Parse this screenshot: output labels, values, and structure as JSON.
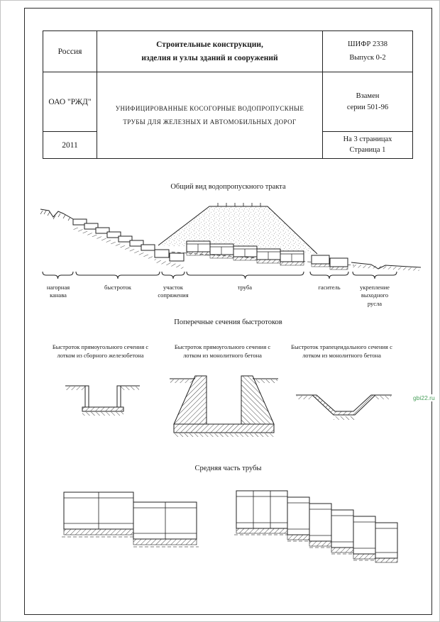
{
  "title_block": {
    "country": "Россия",
    "series": "Строительные конструкции,\nизделия и узлы зданий и сооружений",
    "code": "ШИФР 2338",
    "issue": "Выпуск 0-2",
    "organization": "ОАО \"РЖД\"",
    "title": "УНИФИЦИРОВАННЫЕ КОСОГОРНЫЕ ВОДОПРОПУСКНЫЕ ТРУБЫ ДЛЯ ЖЕЛЕЗНЫХ И АВТОМОБИЛЬНЫХ ДОРОГ",
    "replaces": "Взамен\nсерии 501-96",
    "year": "2011",
    "sheets": "На 3 страницах",
    "sheet_number": "Страница 1"
  },
  "general_view": {
    "title": "Общий вид водопропускного тракта",
    "labels": [
      "нагорная\nканава",
      "быстроток",
      "участок\nсопряжения",
      "труба",
      "гаситель",
      "укрепление\nвыходного\nрусла"
    ]
  },
  "cross_sections": {
    "title": "Поперечные сечения быстротоков",
    "captions": [
      "Быстроток прямоугольного сечения с\nлотком из сборного железобетона",
      "Быстроток прямоугольного сечения с\nлотком из монолитного бетона",
      "Быстроток трапецеидального сечения с\nлотком из монолитного бетона"
    ]
  },
  "middle_section": {
    "title": "Средняя часть трубы"
  },
  "watermark": {
    "text": "gbi22.ru",
    "color": "#4aa05c"
  }
}
